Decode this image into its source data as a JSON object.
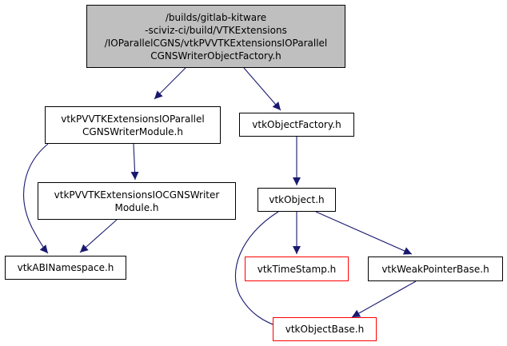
{
  "colors": {
    "edge": "#191970",
    "node_border": "#000000",
    "missing_border": "#ff0000",
    "root_fill": "#bfbfbf"
  },
  "nodes": {
    "root": {
      "lines": [
        "/builds/gitlab-kitware",
        "-sciviz-ci/build/VTKExtensions",
        "/IOParallelCGNS/vtkPVVTKExtensionsIOParallel",
        "CGNSWriterObjectFactory.h"
      ]
    },
    "parallel_module": {
      "lines": [
        "vtkPVVTKExtensionsIOParallel",
        "CGNSWriterModule.h"
      ]
    },
    "object_factory": {
      "lines": [
        "vtkObjectFactory.h"
      ]
    },
    "cgns_writer_module": {
      "lines": [
        "vtkPVVTKExtensionsIOCGNSWriter",
        "Module.h"
      ]
    },
    "object": {
      "lines": [
        "vtkObject.h"
      ]
    },
    "abi_namespace": {
      "lines": [
        "vtkABINamespace.h"
      ]
    },
    "time_stamp": {
      "lines": [
        "vtkTimeStamp.h"
      ]
    },
    "weak_pointer_base": {
      "lines": [
        "vtkWeakPointerBase.h"
      ]
    },
    "object_base": {
      "lines": [
        "vtkObjectBase.h"
      ]
    }
  }
}
